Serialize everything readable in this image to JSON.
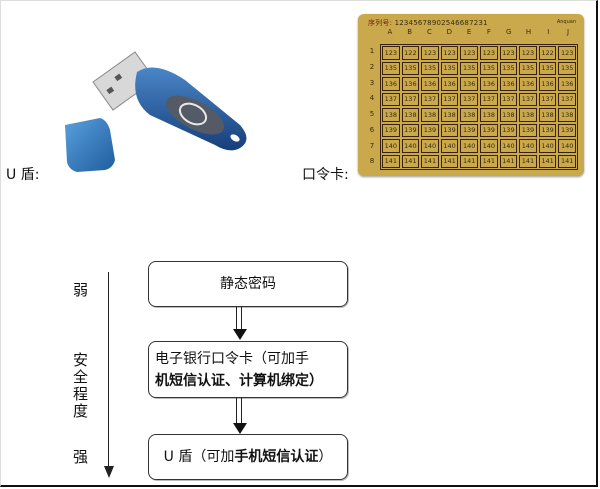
{
  "top": {
    "usb_label": "U 盾:",
    "card_label": "口令卡:"
  },
  "card": {
    "serial_label": "序列号:",
    "serial_value": "12345678902546687231",
    "brand": "Anquan",
    "columns": [
      "A",
      "B",
      "C",
      "D",
      "E",
      "F",
      "G",
      "H",
      "I",
      "J"
    ],
    "rows": [
      "1",
      "2",
      "3",
      "4",
      "5",
      "6",
      "7",
      "8"
    ],
    "values": [
      [
        "123",
        "122",
        "123",
        "123",
        "123",
        "123",
        "123",
        "123",
        "122",
        "123"
      ],
      [
        "135",
        "135",
        "135",
        "135",
        "135",
        "135",
        "135",
        "135",
        "135",
        "135"
      ],
      [
        "136",
        "136",
        "136",
        "136",
        "136",
        "136",
        "136",
        "136",
        "136",
        "136"
      ],
      [
        "137",
        "137",
        "137",
        "137",
        "137",
        "137",
        "137",
        "137",
        "137",
        "137"
      ],
      [
        "138",
        "138",
        "138",
        "138",
        "138",
        "138",
        "138",
        "138",
        "138",
        "138"
      ],
      [
        "139",
        "139",
        "139",
        "139",
        "139",
        "139",
        "139",
        "139",
        "139",
        "139"
      ],
      [
        "140",
        "140",
        "140",
        "140",
        "140",
        "140",
        "140",
        "140",
        "140",
        "140"
      ],
      [
        "141",
        "141",
        "141",
        "141",
        "141",
        "141",
        "141",
        "141",
        "141",
        "141"
      ]
    ],
    "color": "#c9a94c"
  },
  "flow": {
    "weak": "弱",
    "strong": "强",
    "axis_label": [
      "安",
      "全",
      "程",
      "度"
    ],
    "box1": "静态密码",
    "box2_line1": "电子银行口令卡（可加手",
    "box2_line2": "机短信认证、计算机绑定）",
    "box3_prefix": "U 盾（可加",
    "box3_bold": "手机短信认证",
    "box3_suffix": "）"
  }
}
